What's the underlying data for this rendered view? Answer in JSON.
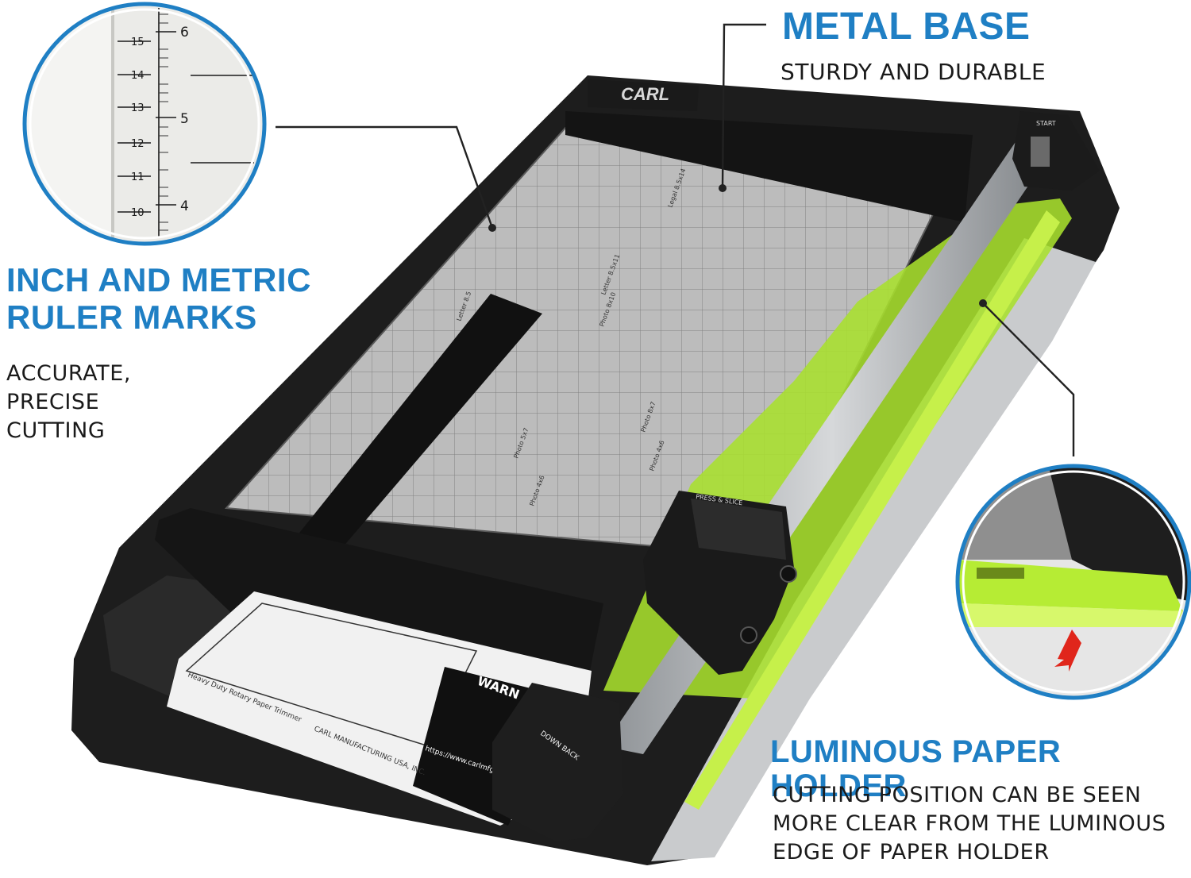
{
  "features": {
    "metal_base": {
      "title": "METAL BASE",
      "desc": "STURDY AND DURABLE"
    },
    "ruler": {
      "title_line1": "INCH AND METRIC",
      "title_line2": "RULER MARKS",
      "desc_line1": "ACCURATE,",
      "desc_line2": "PRECISE",
      "desc_line3": "CUTTING"
    },
    "holder": {
      "title": "LUMINOUS PAPER HOLDER",
      "desc_line1": "CUTTING POSITION CAN BE SEEN",
      "desc_line2": "MORE CLEAR FROM THE LUMINOUS",
      "desc_line3": "EDGE OF PAPER HOLDER"
    }
  },
  "product": {
    "brand": "CARL",
    "start_label": "START",
    "press_label": "PRESS & SLICE",
    "down_back_label": "DOWN BACK",
    "warning_label": "WARN",
    "trimmer_label": "Heavy Duty Rotary Paper Trimmer",
    "maker_label": "CARL MANUFACTURING USA, INC.",
    "url_label": "https://www.carlmfg.com",
    "size_marks": [
      "Legal 8.5x14",
      "Letter 8.5x11",
      "Photo 8x10",
      "Letter 8.5",
      "Photo 8x7",
      "Photo 5x7",
      "Photo 4x6",
      "Photo 4x6"
    ]
  },
  "ruler_zoom": {
    "cm_labels": [
      "15",
      "14",
      "13",
      "12",
      "11",
      "10"
    ],
    "inch_labels": [
      "6",
      "5",
      "4"
    ]
  }
}
